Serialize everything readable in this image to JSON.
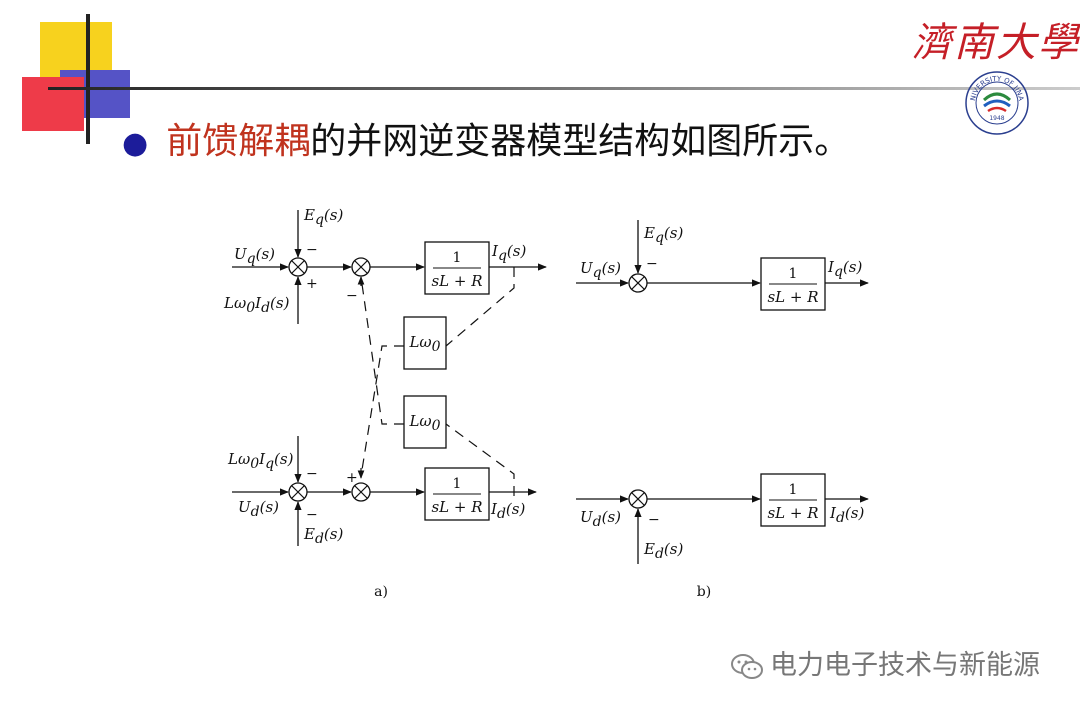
{
  "header": {
    "university_name": "濟南大學",
    "seal_ring_text": "UNIVERSITY OF JINAN",
    "seal_year": "1948"
  },
  "title": {
    "highlight": "前馈解耦",
    "rest": "的并网逆变器模型结构如图所示。"
  },
  "diagram": {
    "a": {
      "Uq": "U",
      "Uq_sub": "q",
      "Eq": "E",
      "Eq_sub": "q",
      "Lw0Id_pre": "Lω",
      "Lw0Id_sub0": "0",
      "Lw0Id_I": "I",
      "Lw0Id_sub": "d",
      "Iq": "I",
      "Iq_sub": "q",
      "Lw0Iq_pre": "Lω",
      "Lw0Iq_sub0": "0",
      "Lw0Iq_I": "I",
      "Lw0Iq_sub": "q",
      "Ud": "U",
      "Ud_sub": "d",
      "Ed": "E",
      "Ed_sub": "d",
      "Id": "I",
      "Id_sub": "d",
      "tf_num": "1",
      "tf_den": "sL + R",
      "cross": "Lω",
      "cross_sub": "0",
      "arg": "(s)",
      "caption": "a)"
    },
    "b": {
      "Uq": "U",
      "Uq_sub": "q",
      "Eq": "E",
      "Eq_sub": "q",
      "Iq": "I",
      "Iq_sub": "q",
      "Ud": "U",
      "Ud_sub": "d",
      "Ed": "E",
      "Ed_sub": "d",
      "Id": "I",
      "Id_sub": "d",
      "tf_num": "1",
      "tf_den": "sL + R",
      "arg": "(s)",
      "caption": "b)"
    },
    "signs": {
      "minus": "−",
      "plus": "+"
    }
  },
  "watermark": {
    "text": "电力电子技术与新能源"
  },
  "colors": {
    "heading_highlight": "#c0331e",
    "logo_red": "#c51f27",
    "bullet_blue": "#1c1c9a"
  }
}
